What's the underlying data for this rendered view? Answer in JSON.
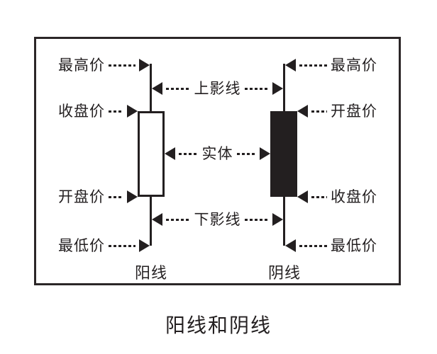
{
  "title": "阳线和阴线",
  "colors": {
    "ink": "#231f20",
    "background": "#ffffff",
    "bullish_body_fill": "#ffffff",
    "bearish_body_fill": "#231f20"
  },
  "bullish_candle": {
    "caption": "阳线",
    "high_label": "最高价",
    "close_label": "收盘价",
    "open_label": "开盘价",
    "low_label": "最低价"
  },
  "bearish_candle": {
    "caption": "阴线",
    "high_label": "最高价",
    "open_label": "开盘价",
    "close_label": "收盘价",
    "low_label": "最低价"
  },
  "anatomy": {
    "upper_shadow_label": "上影线",
    "body_label": "实体",
    "lower_shadow_label": "下影线"
  }
}
